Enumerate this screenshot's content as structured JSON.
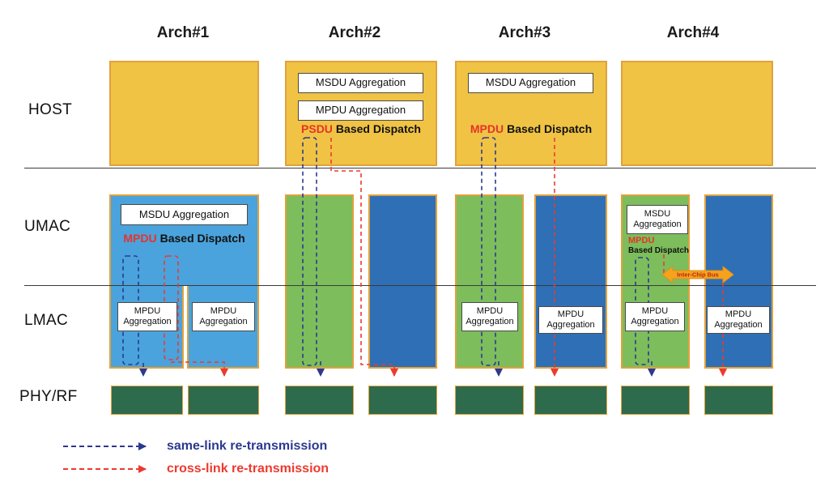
{
  "headers": [
    "Arch#1",
    "Arch#2",
    "Arch#3",
    "Arch#4"
  ],
  "row_labels": [
    "HOST",
    "UMAC",
    "LMAC",
    "PHY/RF"
  ],
  "labels": {
    "msdu_aggregation": "MSDU Aggregation",
    "mpdu_aggregation": "MPDU Aggregation"
  },
  "dispatch": {
    "arch1": {
      "keyword": "MPDU",
      "rest": "Based Dispatch"
    },
    "arch2": {
      "keyword": "PSDU",
      "rest": "Based Dispatch"
    },
    "arch3": {
      "keyword": "MPDU",
      "rest": "Based Dispatch"
    },
    "arch4": {
      "keyword": "MPDU",
      "rest": "Based Dispatch"
    }
  },
  "bus": {
    "label": "Inter-Chip Bus"
  },
  "legend": [
    {
      "label": "same-link re-transmission",
      "color": "#2b3990"
    },
    {
      "label": "cross-link re-transmission",
      "color": "#ed3a2f"
    }
  ],
  "colors": {
    "host_yellow": "#f0c344",
    "box_border_orange": "#e2a13c",
    "umac_light_blue": "#4aa3dc",
    "chip_green": "#7dbd5b",
    "chip_blue": "#2f6fb5",
    "phy_dark_green": "#2e6b4c",
    "dispatch_keyword_red": "#e6332a",
    "same_link_blue": "#2b3990",
    "cross_link_red": "#ed3a2f",
    "bus_orange": "#f6a21c"
  }
}
